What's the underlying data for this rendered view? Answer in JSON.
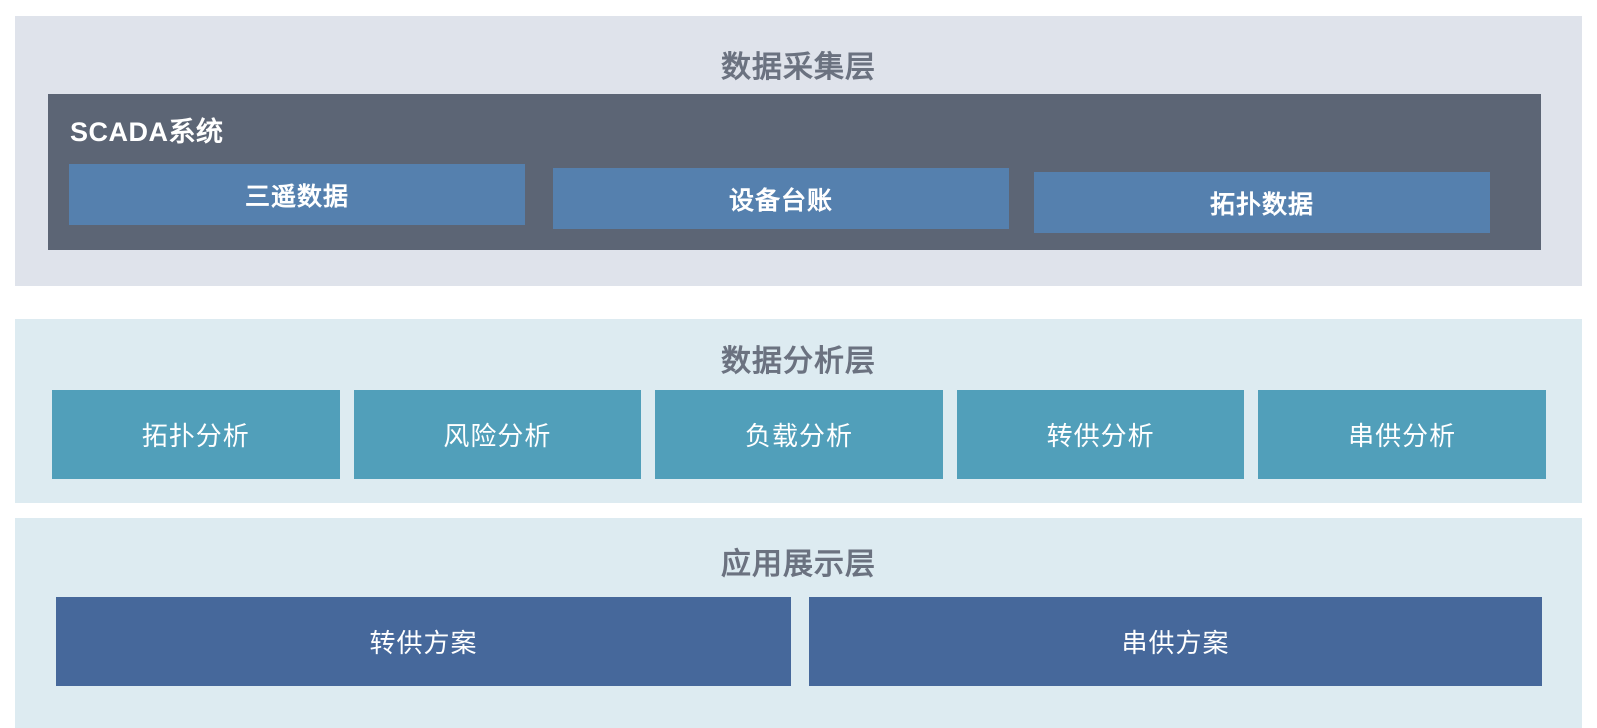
{
  "diagram": {
    "type": "layered-architecture",
    "layers": [
      {
        "id": "acquisition",
        "title": "数据采集层",
        "background": "#DFE3EB",
        "group": {
          "label": "SCADA系统",
          "background": "#5C6575",
          "items": [
            {
              "label": "三遥数据",
              "color": "#5580AE"
            },
            {
              "label": "设备台账",
              "color": "#5580AE"
            },
            {
              "label": "拓扑数据",
              "color": "#5580AE"
            }
          ]
        }
      },
      {
        "id": "analysis",
        "title": "数据分析层",
        "background": "#DDEBF1",
        "items": [
          {
            "label": "拓扑分析",
            "color": "#519FBA"
          },
          {
            "label": "风险分析",
            "color": "#519FBA"
          },
          {
            "label": "负载分析",
            "color": "#519FBA"
          },
          {
            "label": "转供分析",
            "color": "#519FBA"
          },
          {
            "label": "串供分析",
            "color": "#519FBA"
          }
        ]
      },
      {
        "id": "application",
        "title": "应用展示层",
        "background": "#DDEBF1",
        "items": [
          {
            "label": "转供方案",
            "color": "#46689B"
          },
          {
            "label": "串供方案",
            "color": "#46689B"
          }
        ]
      }
    ],
    "colors": {
      "title_text": "#6B7280",
      "box_text": "#FFFFFF",
      "canvas": "#FFFFFF"
    }
  }
}
